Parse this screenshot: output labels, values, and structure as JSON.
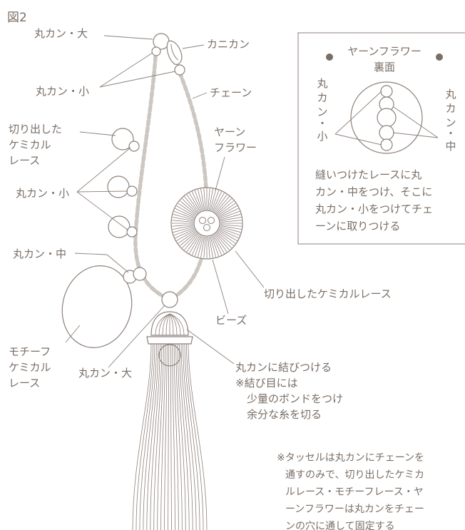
{
  "figure_label": "図2",
  "labels": {
    "marukan_dai_top": "丸カン・大",
    "kanikan": "カニカン",
    "marukan_sho_top": "丸カン・小",
    "chain": "チェーン",
    "cut_lace_1": "切り出した",
    "cut_lace_2": "ケミカル",
    "cut_lace_3": "レース",
    "yarn_flower_1": "ヤーン",
    "yarn_flower_2": "フラワー",
    "marukan_sho_mid": "丸カン・小",
    "marukan_chu": "丸カン・中",
    "cut_lace_right": "切り出したケミカルレース",
    "beads": "ビーズ",
    "motif_lace_1": "モチーフ",
    "motif_lace_2": "ケミカル",
    "motif_lace_3": "レース",
    "marukan_dai_bottom": "丸カン・大",
    "tie_1": "丸カンに結びつける",
    "tie_2": "※結び目には",
    "tie_3": "少量のボンドをつけ",
    "tie_4": "余分な糸を切る"
  },
  "inset": {
    "title_1": "ヤーンフラワー",
    "title_2": "裏面",
    "left_label_1": "丸",
    "left_label_2": "カ",
    "left_label_3": "ン",
    "left_label_4": "・",
    "left_label_5": "小",
    "right_label_1": "丸",
    "right_label_2": "カ",
    "right_label_3": "ン",
    "right_label_4": "・",
    "right_label_5": "中",
    "desc_1": "縫いつけたレースに丸",
    "desc_2": "カン・中をつけ、そこに",
    "desc_3": "丸カン・小をつけてチェ",
    "desc_4": "ーンに取りつける"
  },
  "note": {
    "line_1": "※タッセルは丸カンにチェーンを",
    "line_2": "通すのみで、切り出したケミカ",
    "line_3": "ルレース・モチーフレース・ヤ",
    "line_4": "ーンフラワーは丸カンをチェー",
    "line_5": "ンの穴に通して固定する"
  }
}
